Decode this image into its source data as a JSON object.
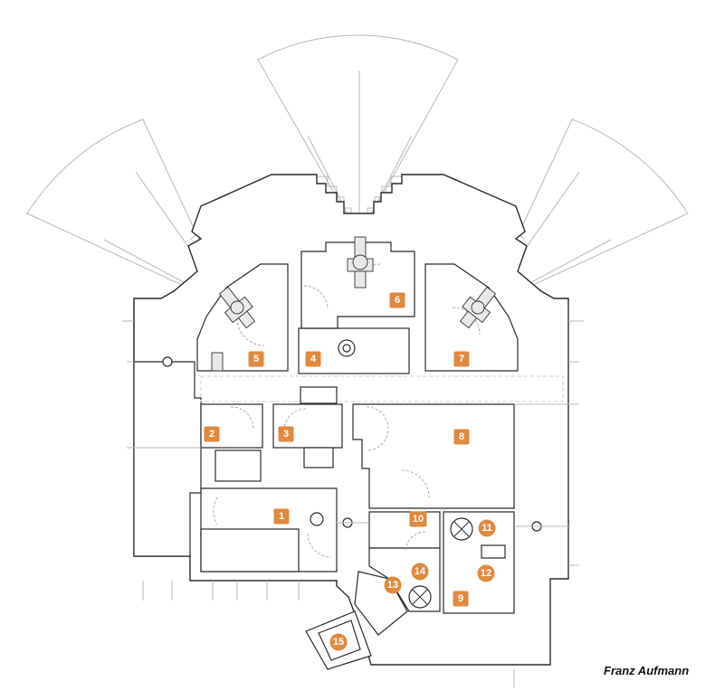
{
  "credit": "Franz Aufmann",
  "marker_color": "#e0893f",
  "markers": [
    {
      "label": "1",
      "shape": "square"
    },
    {
      "label": "2",
      "shape": "square"
    },
    {
      "label": "3",
      "shape": "square"
    },
    {
      "label": "4",
      "shape": "square"
    },
    {
      "label": "5",
      "shape": "square"
    },
    {
      "label": "6",
      "shape": "square"
    },
    {
      "label": "7",
      "shape": "square"
    },
    {
      "label": "8",
      "shape": "square"
    },
    {
      "label": "9",
      "shape": "square"
    },
    {
      "label": "10",
      "shape": "square"
    },
    {
      "label": "11",
      "shape": "circle"
    },
    {
      "label": "12",
      "shape": "circle"
    },
    {
      "label": "13",
      "shape": "circle"
    },
    {
      "label": "14",
      "shape": "circle"
    },
    {
      "label": "15",
      "shape": "circle"
    }
  ]
}
